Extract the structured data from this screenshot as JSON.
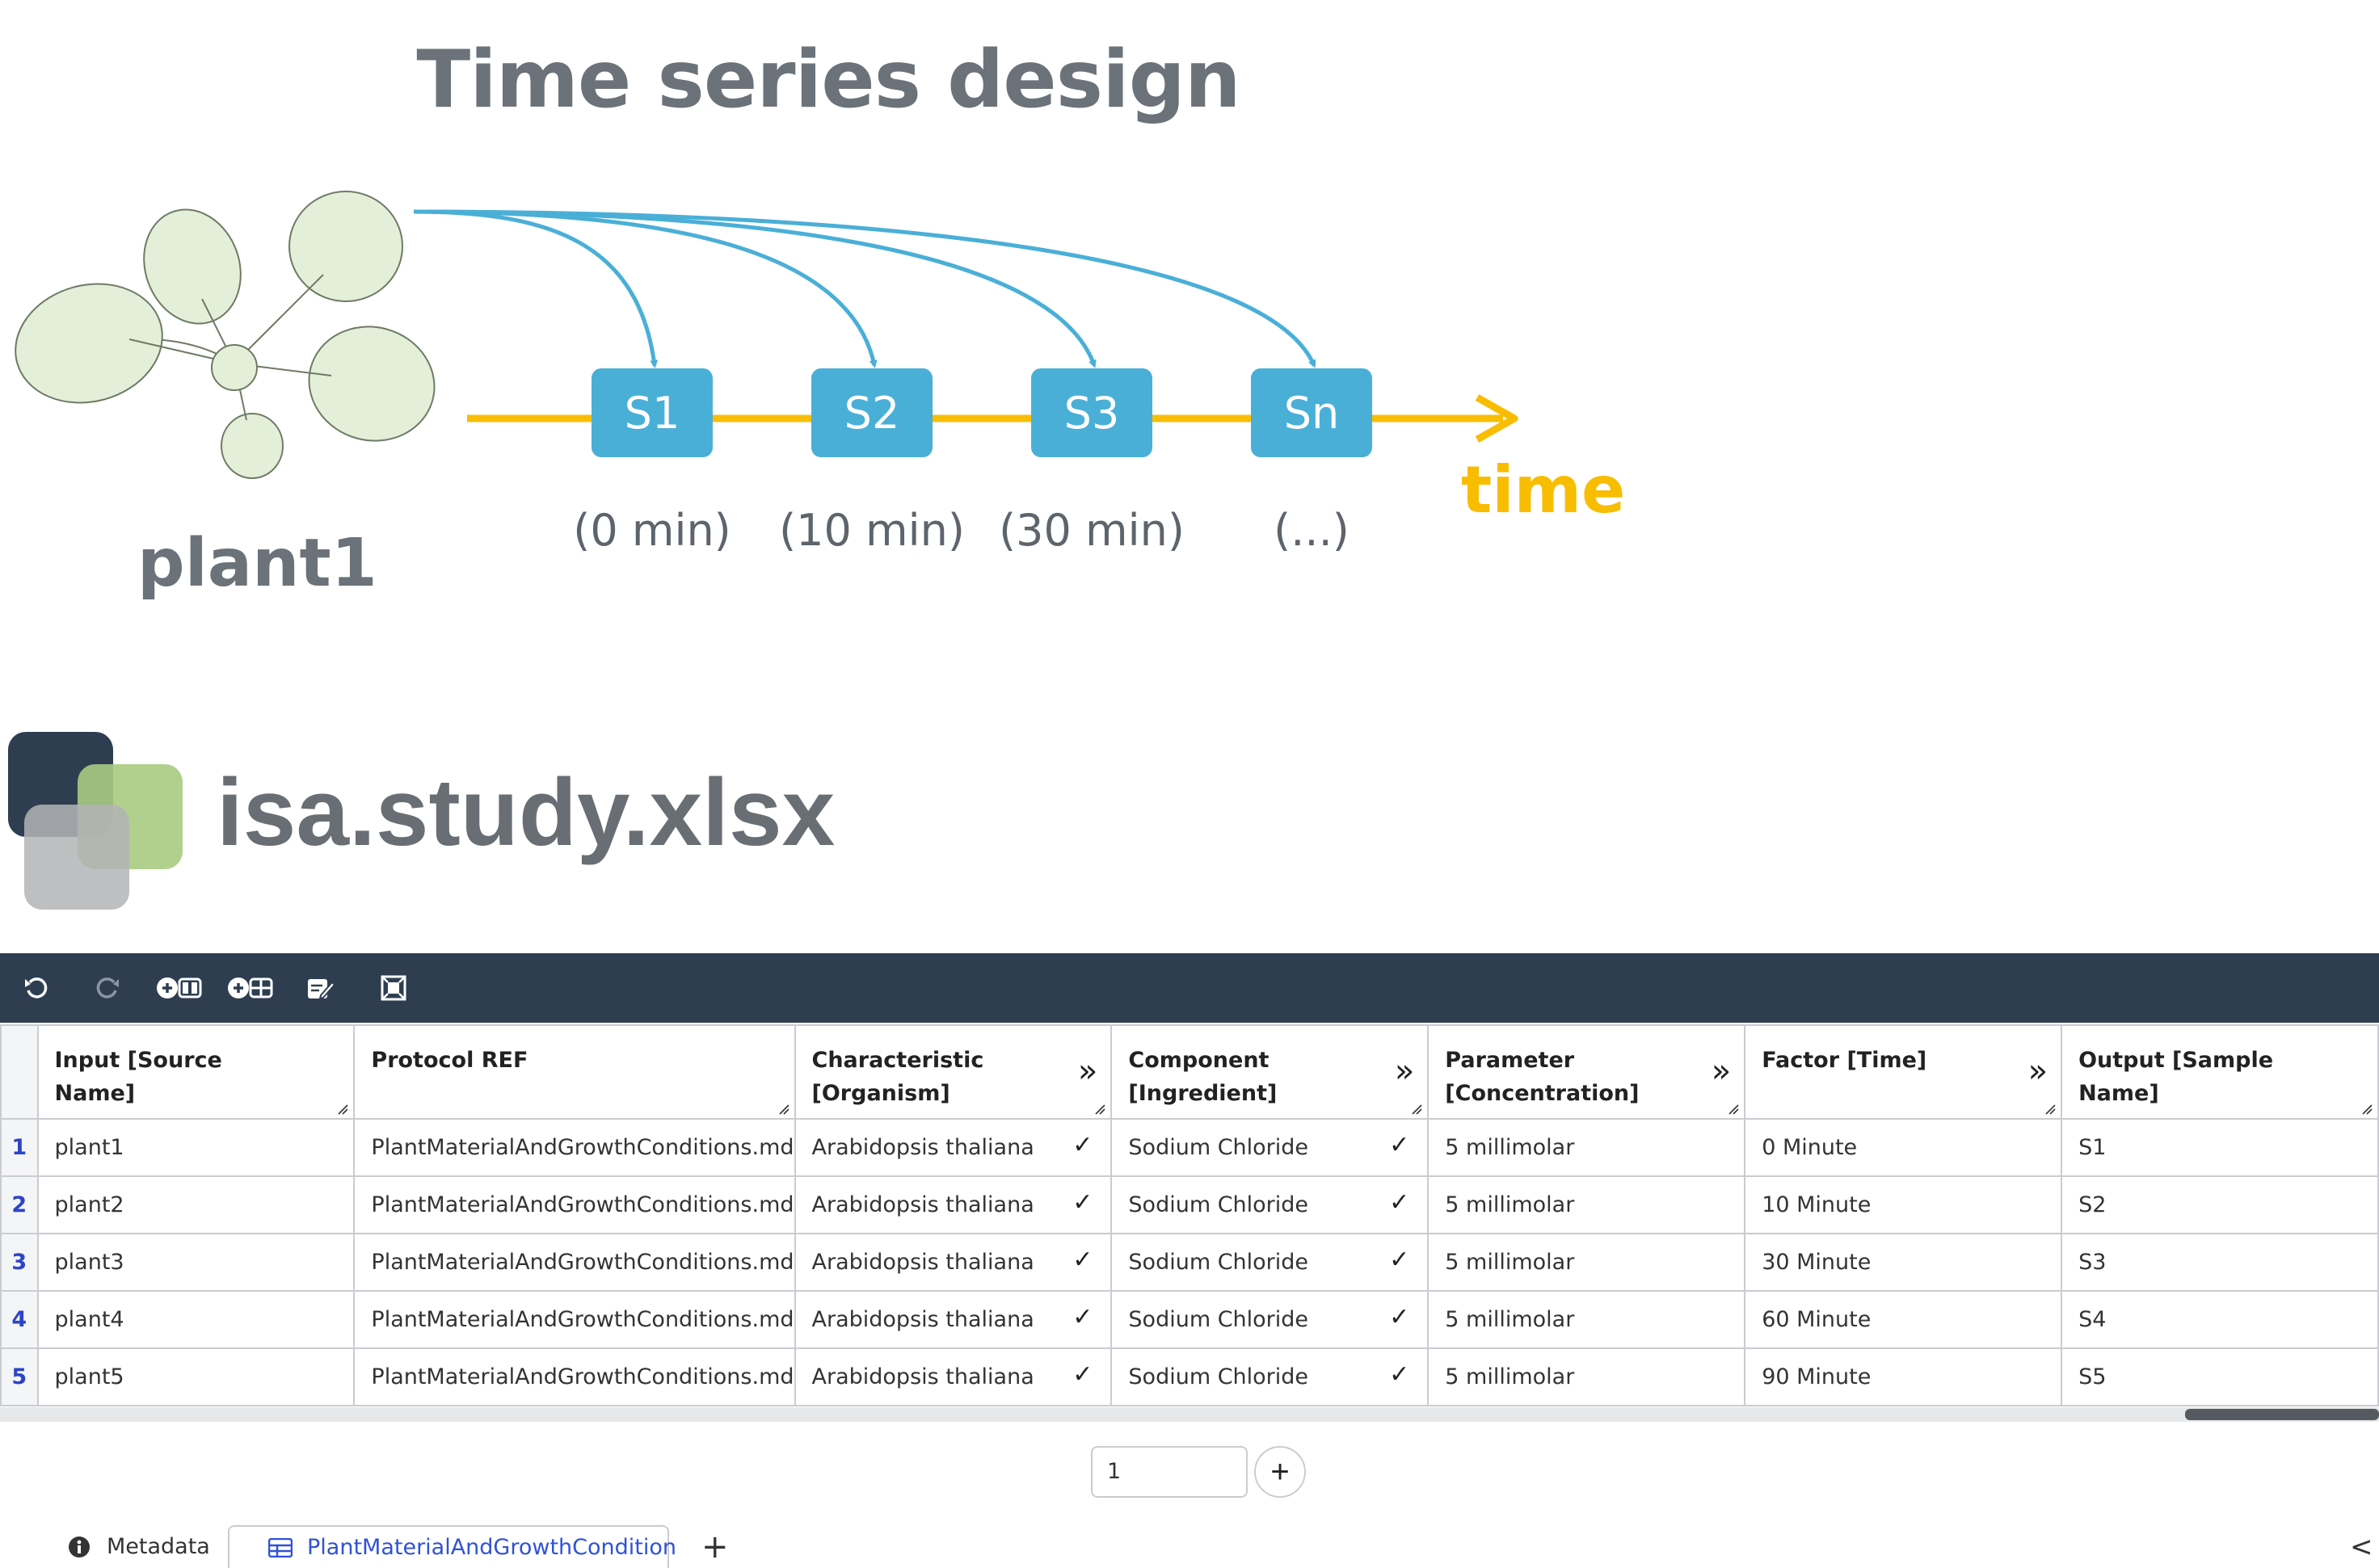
{
  "diagram": {
    "title": "Time series design",
    "plant_label": "plant1",
    "time_label": "time",
    "samples": [
      {
        "name": "S1",
        "time": "(0 min)"
      },
      {
        "name": "S2",
        "time": "(10 min)"
      },
      {
        "name": "S3",
        "time": "(30 min)"
      },
      {
        "name": "Sn",
        "time": "(...)"
      }
    ],
    "colors": {
      "title": "#6b7279",
      "sample_box": "#4aafd7",
      "timeline": "#f8bd00",
      "plant_fill": "#e4efd9"
    }
  },
  "file": {
    "title": "isa.study.xlsx",
    "logo_colors": [
      "#2e3e50",
      "#a9cb82",
      "#b3b4b5"
    ]
  },
  "toolbar": {
    "buttons": [
      "undo-icon",
      "redo-icon",
      "add-column-icon",
      "add-rows-icon",
      "edit-table-icon",
      "fit-table-icon"
    ],
    "background": "#2e3e50"
  },
  "table": {
    "columns": [
      {
        "label": "Input [Source Name]",
        "expandable": false
      },
      {
        "label": "Protocol REF",
        "expandable": false
      },
      {
        "label": "Characteristic [Organism]",
        "expandable": true
      },
      {
        "label": "Component [Ingredient]",
        "expandable": true
      },
      {
        "label": "Parameter [Concentration]",
        "expandable": true
      },
      {
        "label": "Factor [Time]",
        "expandable": true
      },
      {
        "label": "Output [Sample Name]",
        "expandable": false
      }
    ],
    "rows": [
      {
        "num": "1",
        "cells": [
          "plant1",
          "PlantMaterialAndGrowthConditions.md",
          "Arabidopsis thaliana",
          "Sodium Chloride",
          "5 millimolar",
          "0 Minute",
          "S1"
        ]
      },
      {
        "num": "2",
        "cells": [
          "plant2",
          "PlantMaterialAndGrowthConditions.md",
          "Arabidopsis thaliana",
          "Sodium Chloride",
          "5 millimolar",
          "10 Minute",
          "S2"
        ]
      },
      {
        "num": "3",
        "cells": [
          "plant3",
          "PlantMaterialAndGrowthConditions.md",
          "Arabidopsis thaliana",
          "Sodium Chloride",
          "5 millimolar",
          "30 Minute",
          "S3"
        ]
      },
      {
        "num": "4",
        "cells": [
          "plant4",
          "PlantMaterialAndGrowthConditions.md",
          "Arabidopsis thaliana",
          "Sodium Chloride",
          "5 millimolar",
          "60 Minute",
          "S4"
        ]
      },
      {
        "num": "5",
        "cells": [
          "plant5",
          "PlantMaterialAndGrowthConditions.md",
          "Arabidopsis thaliana",
          "Sodium Chloride",
          "5 millimolar",
          "90 Minute",
          "S5"
        ]
      }
    ]
  },
  "pagination": {
    "input_value": "1",
    "add_label": "+"
  },
  "tabs": {
    "metadata_label": "Metadata",
    "active_label": "PlantMaterialAndGrowthCondition",
    "add_label": "+",
    "collapse_label": "<"
  }
}
